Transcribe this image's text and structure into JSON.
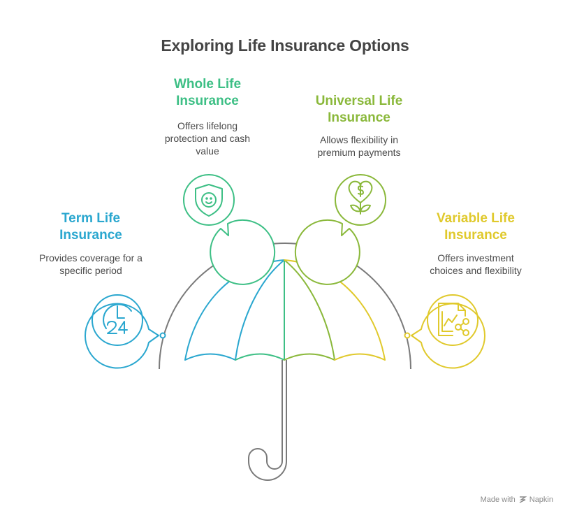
{
  "title": "Exploring Life Insurance Options",
  "colors": {
    "term": "#2aa7cf",
    "whole": "#3dbf85",
    "universal": "#8ab83a",
    "variable": "#e0c92c",
    "neutral": "#7a7a7a"
  },
  "options": [
    {
      "key": "term",
      "heading_line1": "Term Life",
      "heading_line2": "Insurance",
      "desc_line1": "Provides coverage for a",
      "desc_line2": "specific period",
      "desc_line3": "",
      "icon": "clock-24-icon"
    },
    {
      "key": "whole",
      "heading_line1": "Whole Life",
      "heading_line2": "Insurance",
      "desc_line1": "Offers lifelong",
      "desc_line2": "protection and cash",
      "desc_line3": "value",
      "icon": "shield-face-icon"
    },
    {
      "key": "universal",
      "heading_line1": "Universal Life",
      "heading_line2": "Insurance",
      "desc_line1": "Allows flexibility in",
      "desc_line2": "premium payments",
      "desc_line3": "",
      "icon": "heart-dollar-sprout-icon"
    },
    {
      "key": "variable",
      "heading_line1": "Variable Life",
      "heading_line2": "Insurance",
      "desc_line1": "Offers investment",
      "desc_line2": "choices and flexibility",
      "desc_line3": "",
      "icon": "chart-document-share-icon"
    }
  ],
  "footer": {
    "made_with": "Made with",
    "brand": "Napkin"
  }
}
